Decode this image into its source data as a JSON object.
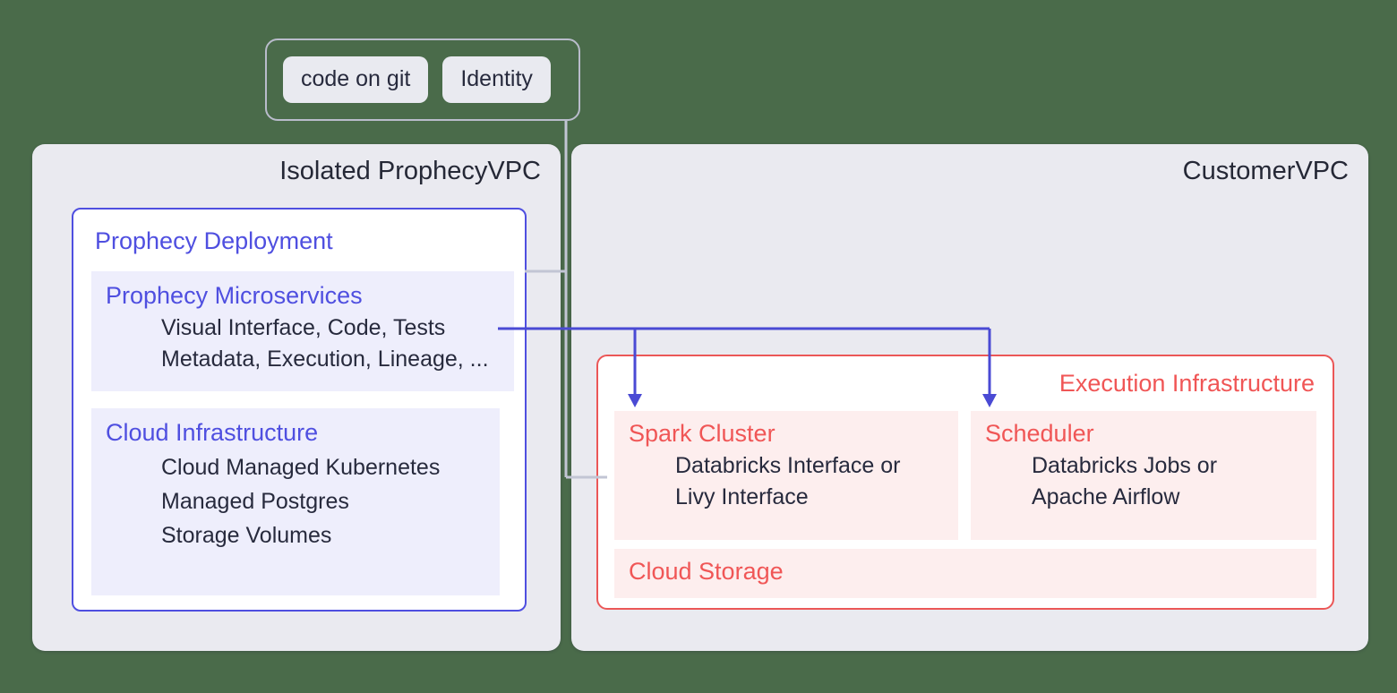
{
  "source_box": {
    "pills": [
      {
        "label": "code on git"
      },
      {
        "label": "Identity"
      }
    ]
  },
  "prophecy_vpc": {
    "title": "Isolated ProphecyVPC",
    "deployment": {
      "title": "Prophecy Deployment",
      "microservices": {
        "title": "Prophecy Microservices",
        "lines": [
          "Visual Interface, Code, Tests",
          "Metadata, Execution, Lineage, ..."
        ]
      },
      "cloud_infrastructure": {
        "title": "Cloud Infrastructure",
        "lines": [
          "Cloud Managed Kubernetes",
          "Managed Postgres",
          "Storage Volumes"
        ]
      }
    }
  },
  "customer_vpc": {
    "title": "CustomerVPC",
    "execution_infrastructure": {
      "title": "Execution Infrastructure",
      "spark_cluster": {
        "title": "Spark Cluster",
        "lines": [
          "Databricks Interface or",
          "Livy Interface"
        ]
      },
      "scheduler": {
        "title": "Scheduler",
        "lines": [
          "Databricks Jobs or",
          "Apache Airflow"
        ]
      },
      "cloud_storage": {
        "title": "Cloud Storage"
      }
    }
  },
  "colors": {
    "canvas_background": "#4a6b4a",
    "vpc_background": "#eaeaf0",
    "accent_blue": "#4f4fe0",
    "accent_red": "#eb5757",
    "inner_card_lavender": "#eeeefc",
    "exec_card_pink": "#fdeeee",
    "pill_background": "#e9eaf0",
    "text_dark": "#272a3d",
    "connector_grey": "#c2c5d4"
  }
}
